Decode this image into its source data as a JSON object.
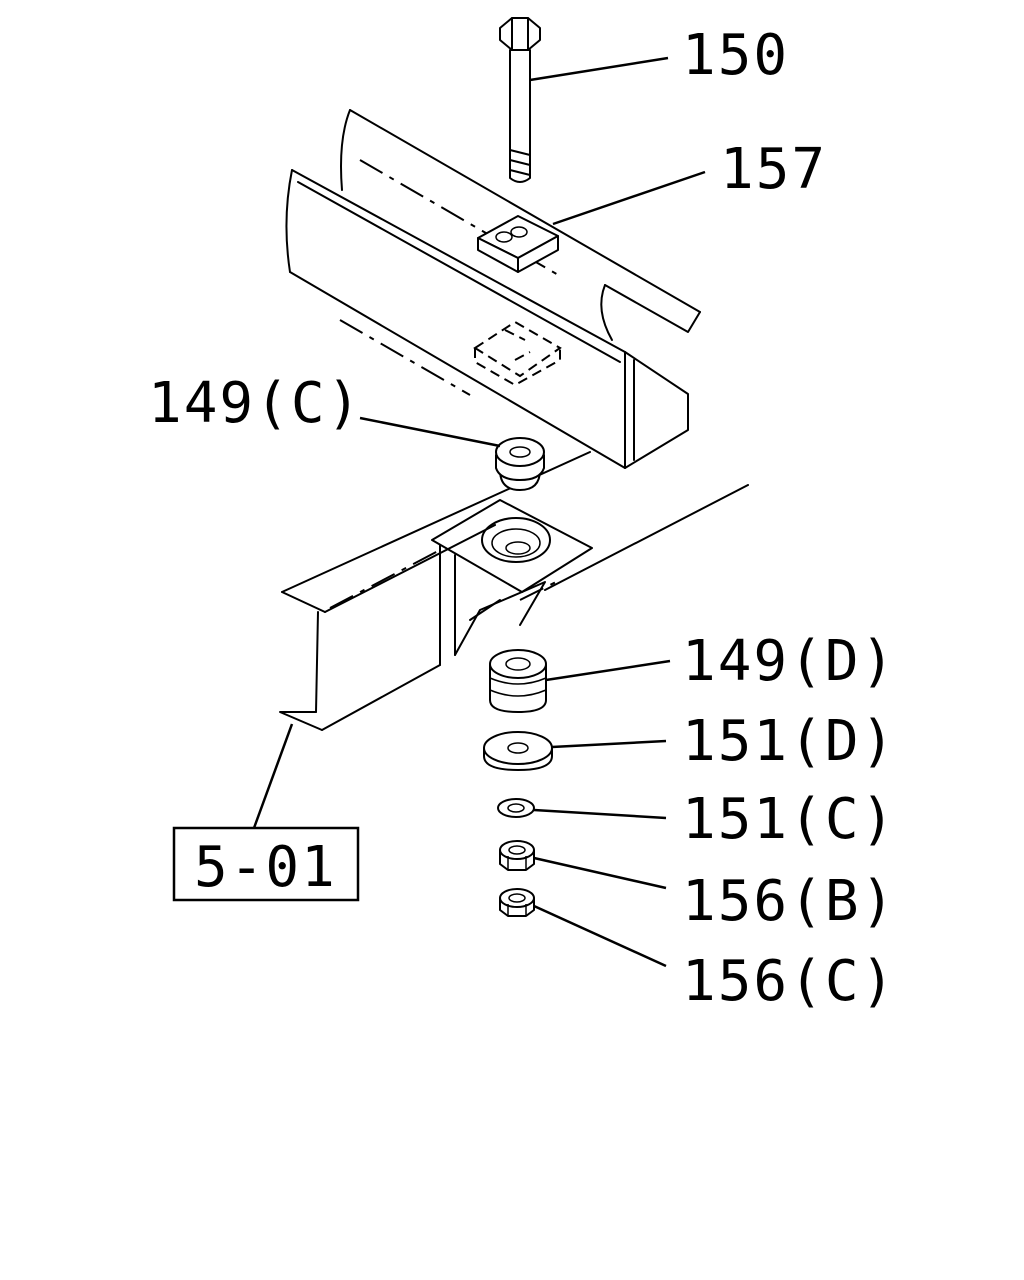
{
  "callouts": [
    {
      "id": "bolt",
      "text": "150"
    },
    {
      "id": "plate",
      "text": "157"
    },
    {
      "id": "upper-rubber",
      "text": "149(C)"
    },
    {
      "id": "lower-rubber",
      "text": "149(D)"
    },
    {
      "id": "large-washer",
      "text": "151(D)"
    },
    {
      "id": "small-washer",
      "text": "151(C)"
    },
    {
      "id": "nut-b",
      "text": "156(B)"
    },
    {
      "id": "nut-c",
      "text": "156(C)"
    }
  ],
  "reference_box": {
    "text": "5-01"
  }
}
